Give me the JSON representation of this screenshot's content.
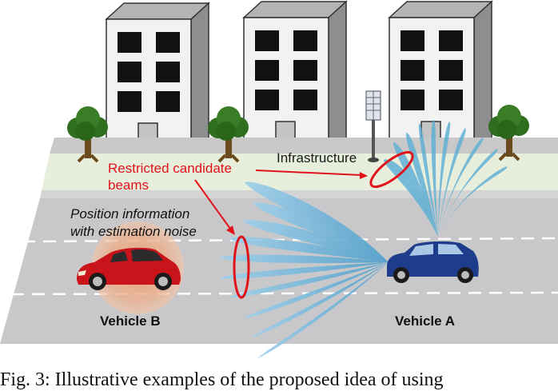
{
  "labels": {
    "restricted_line1": "Restricted candidate",
    "restricted_line2": "beams",
    "infrastructure": "Infrastructure",
    "position_line1": "Position information",
    "position_line2": "with estimation noise",
    "vehicle_b": "Vehicle B",
    "vehicle_a": "Vehicle A"
  },
  "caption": "Fig. 3: Illustrative examples of the proposed idea of using",
  "icons": {
    "buildings": "building-icon",
    "trees": "tree-icon",
    "infrastructure": "antenna-tower-icon",
    "vehicle_a": "blue-car-icon",
    "vehicle_b": "red-car-icon"
  },
  "colors": {
    "beam": "#5aaed6",
    "highlight": "#e0131b",
    "road": "#c8c8ca",
    "sidewalk": "#e8eedc",
    "vehicle_a": "#1e3c8c",
    "vehicle_b": "#c8141a",
    "noise_region": "#e8a07a"
  }
}
